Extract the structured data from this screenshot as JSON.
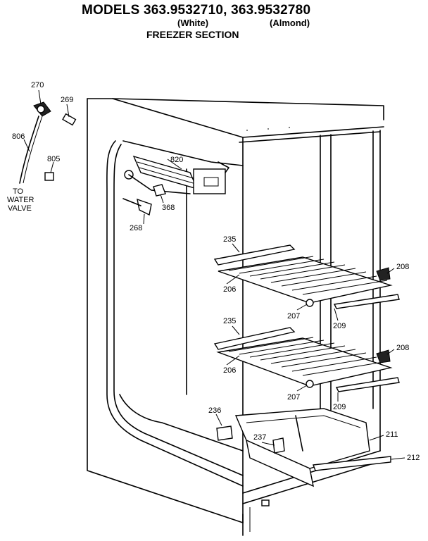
{
  "header": {
    "models": "MODELS 363.9532710, 363.9532780",
    "color_white": "(White)",
    "color_almond": "(Almond)",
    "section": "FREEZER SECTION"
  },
  "callouts": {
    "p270": "270",
    "p269": "269",
    "p806": "806",
    "p805": "805",
    "p820": "820",
    "p368": "368",
    "p268": "268",
    "water_to": "TO",
    "water_water": "WATER",
    "water_valve": "VALVE",
    "p235_upper": "235",
    "p206_upper": "206",
    "p208_upper": "208",
    "p207_upper": "207",
    "p209_upper": "209",
    "p235_lower": "235",
    "p206_lower": "206",
    "p208_lower": "208",
    "p207_lower": "207",
    "p209_lower": "209",
    "p236": "236",
    "p237": "237",
    "p211": "211",
    "p212": "212"
  }
}
